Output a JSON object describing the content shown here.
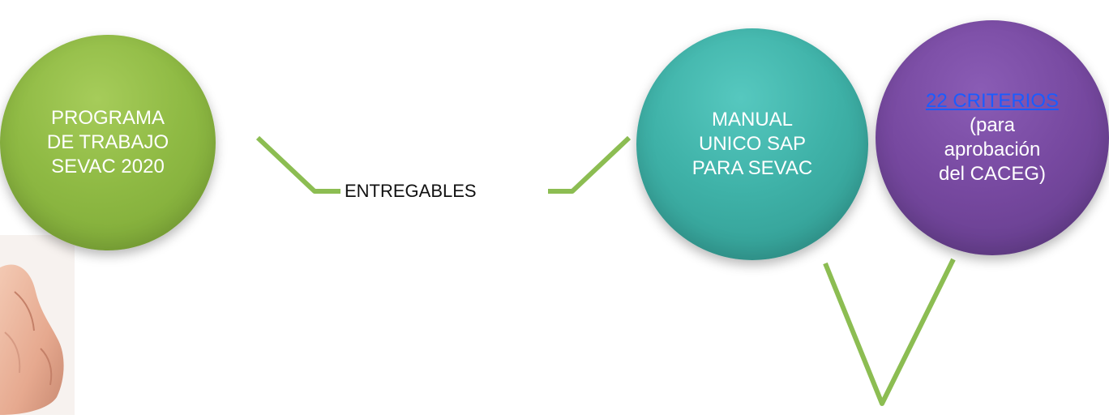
{
  "nodes": {
    "programa": {
      "lines": [
        "PROGRAMA",
        "DE TRABAJO",
        "SEVAC 2020"
      ],
      "color": "#8fba44"
    },
    "manual": {
      "lines": [
        "MANUAL",
        "UNICO SAP",
        "PARA SEVAC"
      ],
      "color": "#3fb2a8"
    },
    "criterios": {
      "link": "22 CRITERIOS",
      "lines": [
        "(para",
        "aprobación",
        "del CACEG)"
      ],
      "color": "#76489f"
    }
  },
  "connector": {
    "label": "ENTREGABLES",
    "color": "#8cbd52"
  }
}
